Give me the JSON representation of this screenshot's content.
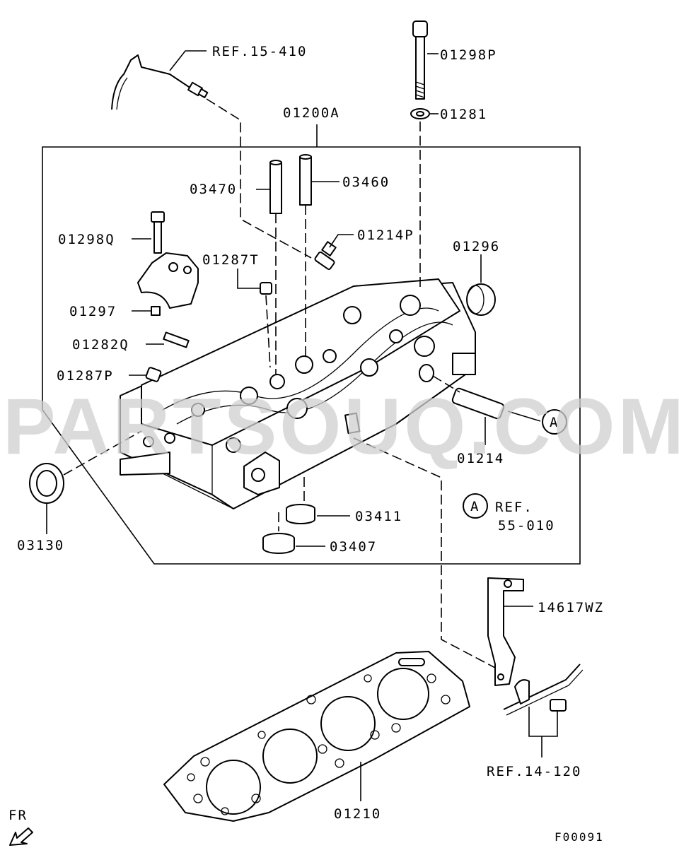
{
  "diagram": {
    "watermark": "PARTSOUQ.COM",
    "figure_code": "F00091",
    "orientation_label": "FR",
    "callout_letter": "A",
    "callout_ref": [
      "REF.",
      "55-010"
    ],
    "labels": {
      "ref_15_410": "REF.15-410",
      "p01298P": "01298P",
      "p01281": "01281",
      "p01200A": "01200A",
      "p03470": "03470",
      "p03460": "03460",
      "p01214P": "01214P",
      "p01296": "01296",
      "p01298Q": "01298Q",
      "p01287T": "01287T",
      "p01297": "01297",
      "p01282Q": "01282Q",
      "p01287P": "01287P",
      "p01214": "01214",
      "p03130": "03130",
      "p03411": "03411",
      "p03407": "03407",
      "p14617WZ": "14617WZ",
      "ref_14_120": "REF.14-120",
      "p01210": "01210"
    }
  }
}
